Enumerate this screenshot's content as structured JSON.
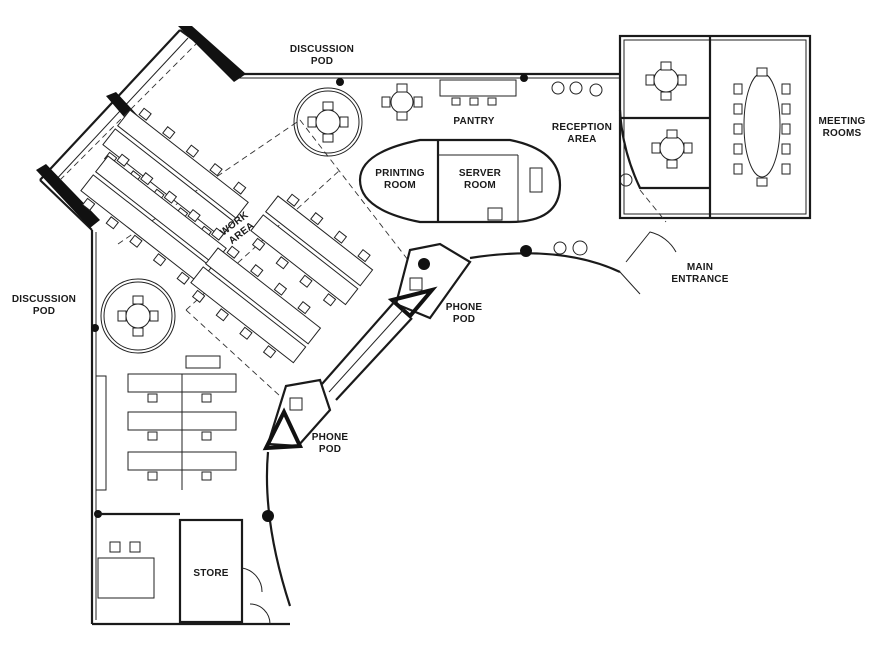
{
  "labels": {
    "discussion_pod_top": "DISCUSSION POD",
    "discussion_pod_left": "DISCUSSION POD",
    "pantry": "PANTRY",
    "reception_area": "RECEPTION AREA",
    "meeting_rooms": "MEETING ROOMS",
    "printing_room": "PRINTING ROOM",
    "server_room": "SERVER ROOM",
    "work_area": "WORK AREA",
    "main_entrance": "MAIN ENTRANCE",
    "phone_pod_upper": "PHONE POD",
    "phone_pod_lower": "PHONE POD",
    "store": "STORE"
  }
}
